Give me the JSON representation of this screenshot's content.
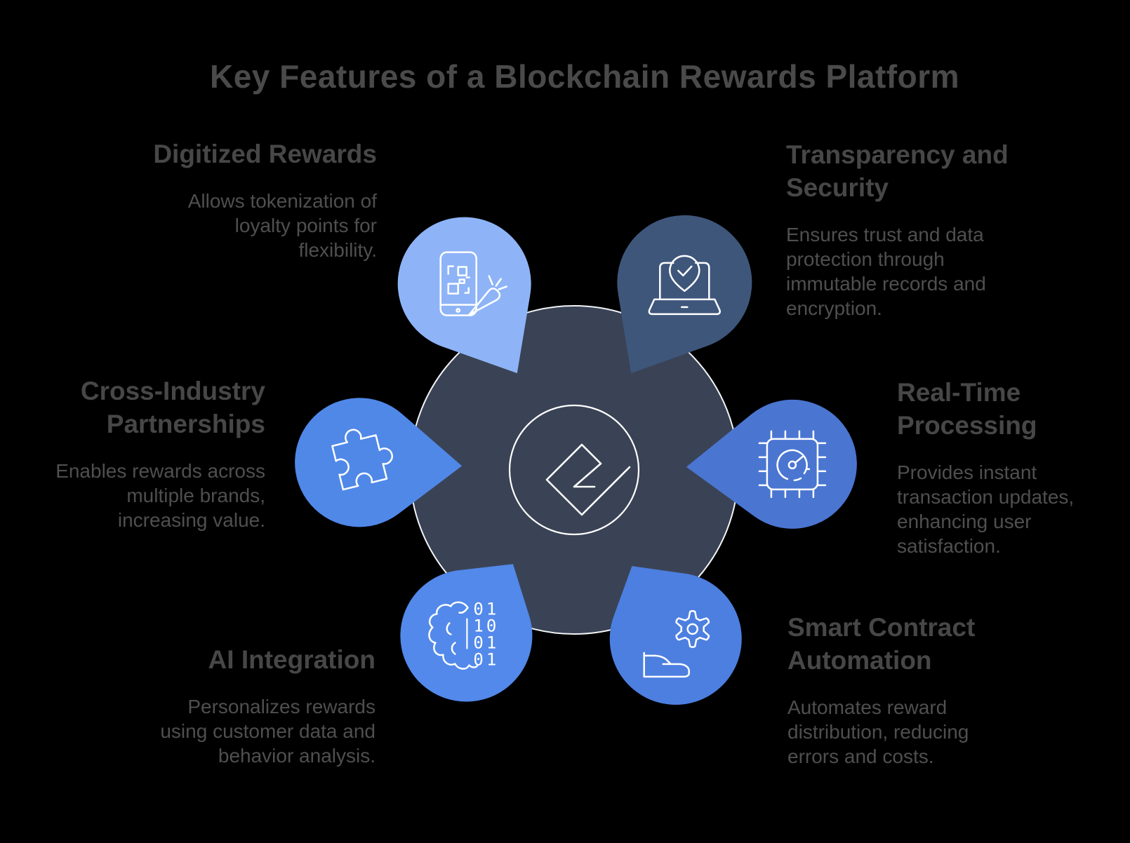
{
  "title": "Key Features of a Blockchain Rewards Platform",
  "colors": {
    "background": "#000000",
    "title_text": "#4a4a4a",
    "heading_text": "#474747",
    "body_text": "#4f4f4f",
    "center_circle_fill": "#3a4355",
    "line_art": "#ffffff"
  },
  "center": {
    "logo": "e-mark-in-circle"
  },
  "features": [
    {
      "id": "digitized",
      "title": "Digitized Rewards",
      "description": "Allows tokenization of loyalty points for flexibility.",
      "icon": "phone-qr-carrot",
      "petal_color": "#8eb4f7"
    },
    {
      "id": "transparency",
      "title": "Transparency and Security",
      "description": "Ensures trust and data protection through immutable records and encryption.",
      "icon": "laptop-security-pin",
      "petal_color": "#3f567b"
    },
    {
      "id": "cross",
      "title": "Cross-Industry Partnerships",
      "description": "Enables rewards across multiple brands, increasing value.",
      "icon": "puzzle",
      "petal_color": "#5088e8"
    },
    {
      "id": "realtime",
      "title": "Real-Time Processing",
      "description": "Provides instant transaction updates, enhancing user satisfaction.",
      "icon": "chip-gauge",
      "petal_color": "#4a76d2"
    },
    {
      "id": "ai",
      "title": "AI Integration",
      "description": "Personalizes rewards using customer data and behavior analysis.",
      "icon": "brain-binary",
      "petal_color": "#5289ea"
    },
    {
      "id": "smart",
      "title": "Smart Contract Automation",
      "description": "Automates reward distribution, reducing errors and costs.",
      "icon": "gear-automation",
      "petal_color": "#4c7fe0"
    }
  ]
}
